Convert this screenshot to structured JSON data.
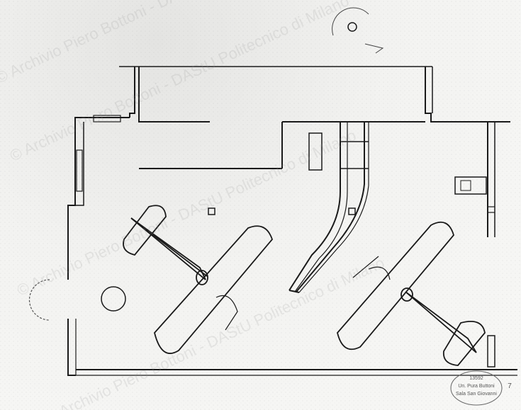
{
  "drawing": {
    "title": "",
    "ink_color": "#1a1a1a",
    "paper_color": "#f5f5f3"
  },
  "watermark": {
    "text": "© Archivio Piero Bottoni - DAStU Politecnico di Milano"
  },
  "stamp": {
    "line1": "13592",
    "line2": "Un. Pura Buttoni",
    "line3": "Sala San Giovanni",
    "number": "7"
  }
}
